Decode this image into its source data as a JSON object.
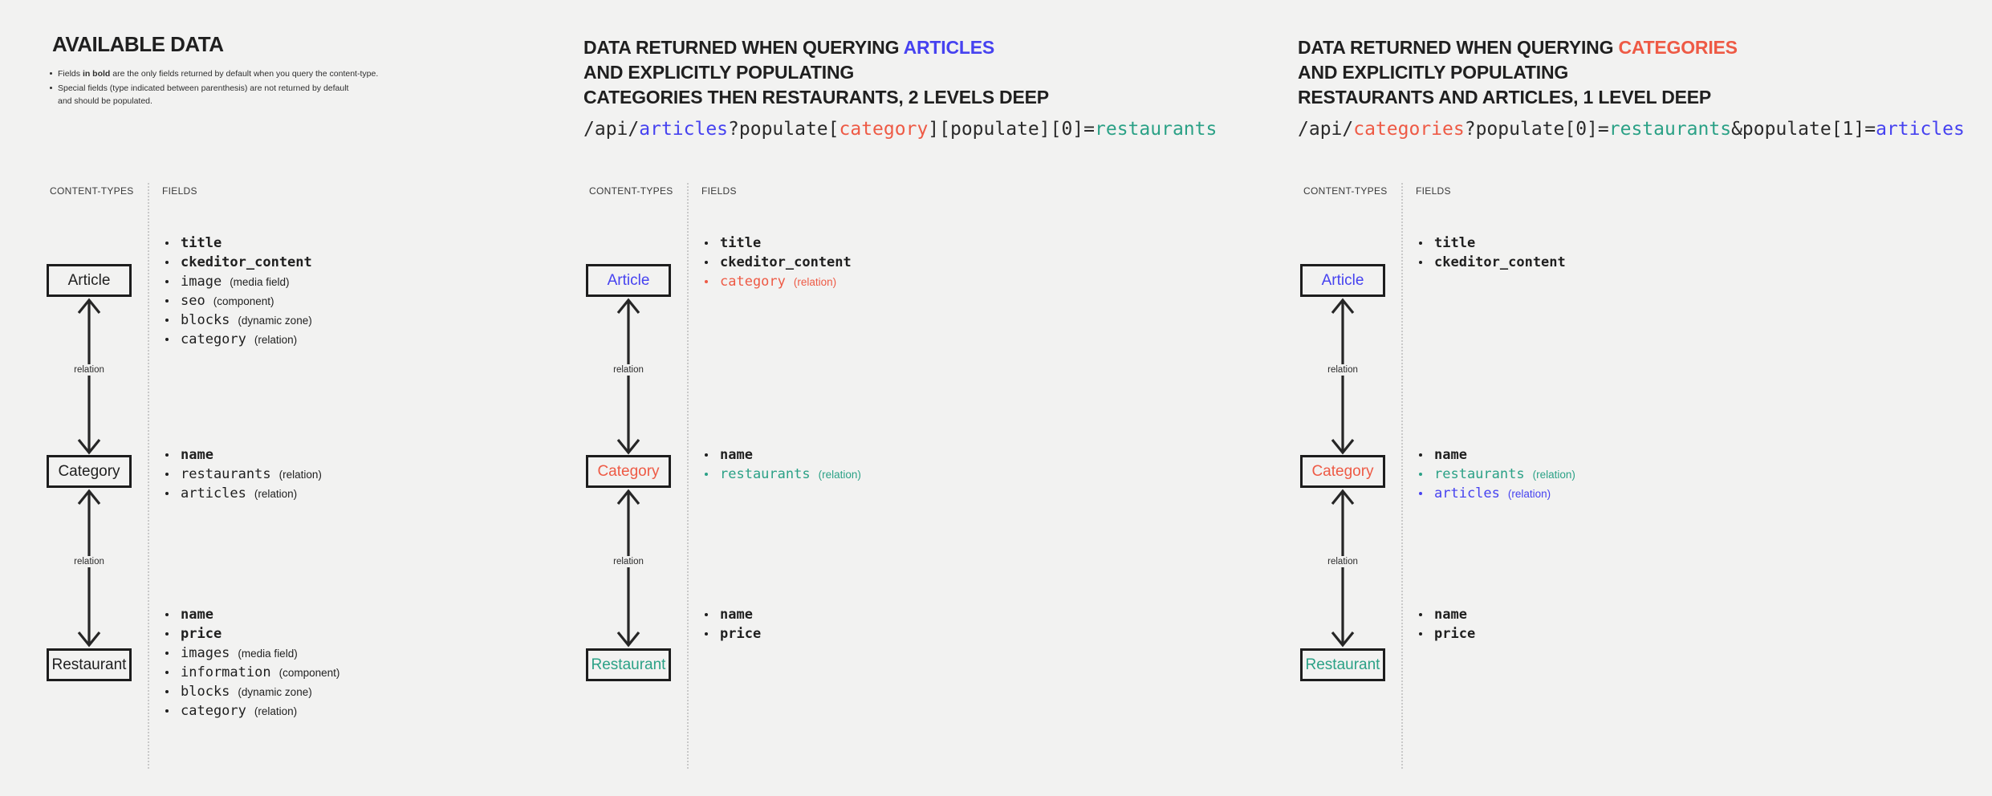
{
  "colors": {
    "background": "#f2f2f1",
    "text": "#1f1f1f",
    "code": "#2b2b2b",
    "blue": "#4642f0",
    "red": "#ee5a45",
    "green": "#2ba186"
  },
  "labels": {
    "content_types": "CONTENT-TYPES",
    "fields": "FIELDS",
    "relation": "relation"
  },
  "panels": [
    {
      "id": "available-data",
      "title": {
        "size": "large",
        "lines": [
          [
            {
              "t": "AVAILABLE DATA"
            }
          ]
        ]
      },
      "notes": [
        {
          "lines": [
            [
              {
                "t": "Fields "
              },
              {
                "t": "in bold",
                "b": true
              },
              {
                "t": " are the only fields returned by default when you query the content-type."
              }
            ]
          ]
        },
        {
          "lines": [
            [
              {
                "t": "Special fields (type indicated between parenthesis) are not returned by default"
              }
            ],
            [
              {
                "t": "and should be populated."
              }
            ]
          ]
        }
      ],
      "url": null,
      "boxes": [
        {
          "label": "Article",
          "color": "text"
        },
        {
          "label": "Category",
          "color": "text"
        },
        {
          "label": "Restaurant",
          "color": "text"
        }
      ],
      "field_lists": [
        [
          {
            "name": "title",
            "bold": true,
            "color": "text"
          },
          {
            "name": "ckeditor_content",
            "bold": true,
            "color": "text"
          },
          {
            "name": "image",
            "type": "(media field)",
            "color": "text"
          },
          {
            "name": "seo",
            "type": "(component)",
            "color": "text"
          },
          {
            "name": "blocks",
            "type": "(dynamic zone)",
            "color": "text"
          },
          {
            "name": "category",
            "type": "(relation)",
            "color": "text"
          }
        ],
        [
          {
            "name": "name",
            "bold": true,
            "color": "text"
          },
          {
            "name": "restaurants",
            "type": "(relation)",
            "color": "text"
          },
          {
            "name": "articles",
            "type": "(relation)",
            "color": "text"
          }
        ],
        [
          {
            "name": "name",
            "bold": true,
            "color": "text"
          },
          {
            "name": "price",
            "bold": true,
            "color": "text"
          },
          {
            "name": "images",
            "type": "(media field)",
            "color": "text"
          },
          {
            "name": "information",
            "type": "(component)",
            "color": "text"
          },
          {
            "name": "blocks",
            "type": "(dynamic zone)",
            "color": "text"
          },
          {
            "name": "category",
            "type": "(relation)",
            "color": "text"
          }
        ]
      ]
    },
    {
      "id": "query-articles",
      "title": {
        "size": "normal",
        "lines": [
          [
            {
              "t": "DATA RETURNED WHEN QUERYING "
            },
            {
              "t": "ARTICLES",
              "color": "blue"
            }
          ],
          [
            {
              "t": "AND EXPLICITLY POPULATING"
            }
          ],
          [
            {
              "t": "CATEGORIES THEN RESTAURANTS, 2 LEVELS DEEP"
            }
          ]
        ]
      },
      "notes": [],
      "url": [
        {
          "t": "/api/"
        },
        {
          "t": "articles",
          "color": "blue"
        },
        {
          "t": "?populate["
        },
        {
          "t": "category",
          "color": "red"
        },
        {
          "t": "][populate][0]="
        },
        {
          "t": "restaurants",
          "color": "green"
        }
      ],
      "boxes": [
        {
          "label": "Article",
          "color": "blue"
        },
        {
          "label": "Category",
          "color": "red"
        },
        {
          "label": "Restaurant",
          "color": "green"
        }
      ],
      "field_lists": [
        [
          {
            "name": "title",
            "bold": true,
            "color": "text"
          },
          {
            "name": "ckeditor_content",
            "bold": true,
            "color": "text"
          },
          {
            "name": "category",
            "type": "(relation)",
            "color": "red"
          }
        ],
        [
          {
            "name": "name",
            "bold": true,
            "color": "text"
          },
          {
            "name": "restaurants",
            "type": "(relation)",
            "color": "green"
          }
        ],
        [
          {
            "name": "name",
            "bold": true,
            "color": "text"
          },
          {
            "name": "price",
            "bold": true,
            "color": "text"
          }
        ]
      ]
    },
    {
      "id": "query-categories",
      "title": {
        "size": "normal",
        "lines": [
          [
            {
              "t": "DATA RETURNED WHEN QUERYING "
            },
            {
              "t": "CATEGORIES",
              "color": "red"
            }
          ],
          [
            {
              "t": "AND EXPLICITLY POPULATING"
            }
          ],
          [
            {
              "t": "RESTAURANTS AND ARTICLES, 1 LEVEL DEEP"
            }
          ]
        ]
      },
      "notes": [],
      "url": [
        {
          "t": "/api/"
        },
        {
          "t": "categories",
          "color": "red"
        },
        {
          "t": "?populate[0]="
        },
        {
          "t": "restaurants",
          "color": "green"
        },
        {
          "t": "&populate[1]="
        },
        {
          "t": "articles",
          "color": "blue"
        }
      ],
      "boxes": [
        {
          "label": "Article",
          "color": "blue"
        },
        {
          "label": "Category",
          "color": "red"
        },
        {
          "label": "Restaurant",
          "color": "green"
        }
      ],
      "field_lists": [
        [
          {
            "name": "title",
            "bold": true,
            "color": "text"
          },
          {
            "name": "ckeditor_content",
            "bold": true,
            "color": "text"
          }
        ],
        [
          {
            "name": "name",
            "bold": true,
            "color": "text"
          },
          {
            "name": "restaurants",
            "type": "(relation)",
            "color": "green"
          },
          {
            "name": "articles",
            "type": "(relation)",
            "color": "blue"
          }
        ],
        [
          {
            "name": "name",
            "bold": true,
            "color": "text"
          },
          {
            "name": "price",
            "bold": true,
            "color": "text"
          }
        ]
      ]
    }
  ]
}
